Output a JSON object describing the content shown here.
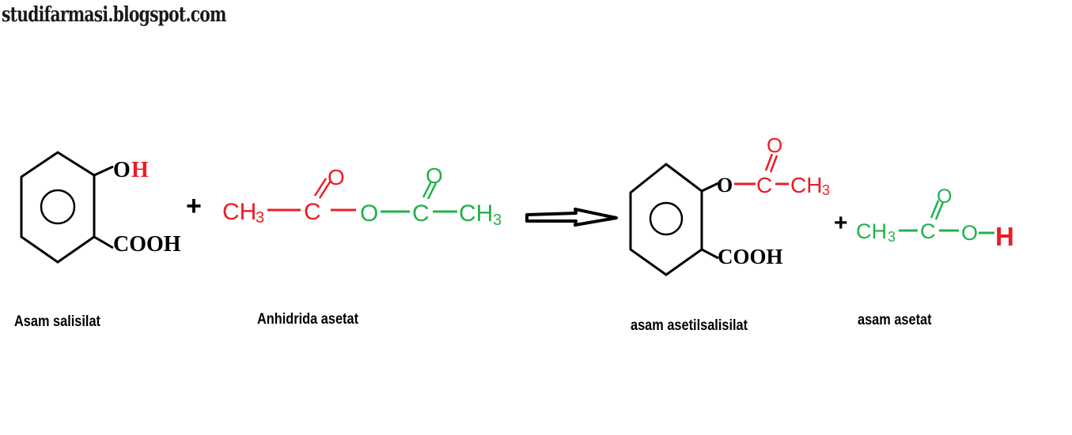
{
  "watermark": "studifarmasi.blogspot.com",
  "colors": {
    "red": "#ec1c24",
    "green": "#22b14c",
    "black": "#000000",
    "background": "#ffffff"
  },
  "reactants": {
    "salicylic_acid": {
      "label": "Asam salisilat",
      "groups": {
        "top_O": "O",
        "top_H": "H",
        "bottom": "COOH"
      }
    },
    "plus_1": "+",
    "acetic_anhydride": {
      "label": "Anhidrida asetat",
      "atoms": {
        "ch3_left": "CH",
        "sub3": "3",
        "c1": "C",
        "o1": "O",
        "o_bridge": "O",
        "c2": "C",
        "o2": "O",
        "ch3_right": "CH"
      }
    }
  },
  "arrow": "reaction-arrow",
  "products": {
    "acetylsalicylic_acid": {
      "label": "asam asetilsalisilat",
      "atoms": {
        "o_ring": "O",
        "c": "C",
        "o_carbonyl": "O",
        "ch3": "CH",
        "sub3": "3",
        "bottom": "COOH"
      }
    },
    "plus_2": "+",
    "acetic_acid": {
      "label": "asam asetat",
      "atoms": {
        "ch3": "CH",
        "sub3": "3",
        "c": "C",
        "o_carbonyl": "O",
        "o": "O",
        "h": "H"
      }
    }
  }
}
